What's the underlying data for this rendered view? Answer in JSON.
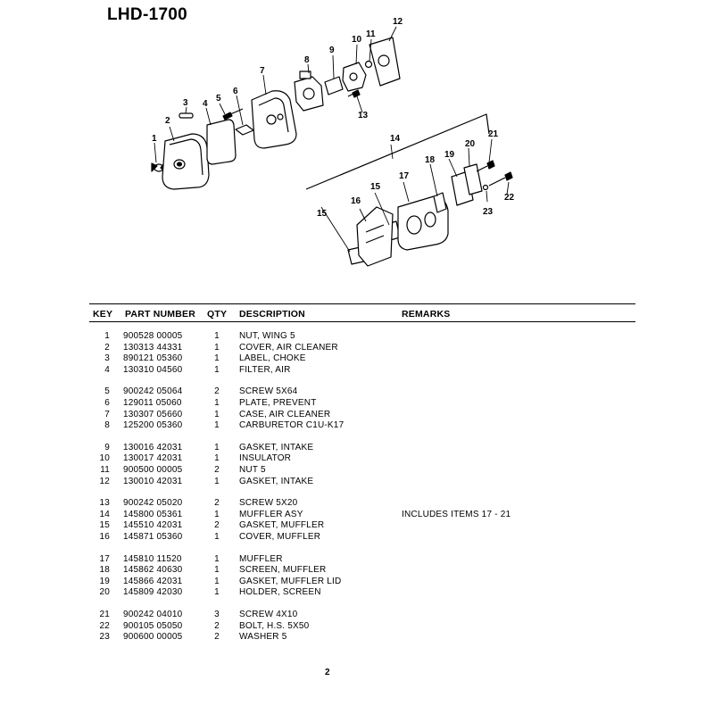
{
  "title": "LHD-1700",
  "diagram": {
    "callouts": [
      "1",
      "2",
      "3",
      "4",
      "5",
      "6",
      "7",
      "8",
      "9",
      "10",
      "11",
      "12",
      "13",
      "14",
      "15",
      "15",
      "16",
      "17",
      "18",
      "19",
      "20",
      "21",
      "22",
      "23"
    ]
  },
  "table": {
    "headers": {
      "key": "KEY",
      "part_number": "PART NUMBER",
      "qty": "QTY",
      "description": "DESCRIPTION",
      "remarks": "REMARKS"
    },
    "rows": [
      {
        "key": "1",
        "part_number": "900528 00005",
        "qty": "1",
        "description": "NUT, WING 5",
        "remarks": ""
      },
      {
        "key": "2",
        "part_number": "130313 44331",
        "qty": "1",
        "description": "COVER, AIR CLEANER",
        "remarks": ""
      },
      {
        "key": "3",
        "part_number": "890121 05360",
        "qty": "1",
        "description": "LABEL, CHOKE",
        "remarks": ""
      },
      {
        "key": "4",
        "part_number": "130310 04560",
        "qty": "1",
        "description": "FILTER, AIR",
        "remarks": ""
      },
      {
        "key": "5",
        "part_number": "900242 05064",
        "qty": "2",
        "description": "SCREW 5X64",
        "remarks": ""
      },
      {
        "key": "6",
        "part_number": "129011 05060",
        "qty": "1",
        "description": "PLATE, PREVENT",
        "remarks": ""
      },
      {
        "key": "7",
        "part_number": "130307 05660",
        "qty": "1",
        "description": "CASE, AIR CLEANER",
        "remarks": ""
      },
      {
        "key": "8",
        "part_number": "125200 05360",
        "qty": "1",
        "description": "CARBURETOR C1U-K17",
        "remarks": ""
      },
      {
        "key": "9",
        "part_number": "130016 42031",
        "qty": "1",
        "description": "GASKET, INTAKE",
        "remarks": ""
      },
      {
        "key": "10",
        "part_number": "130017 42031",
        "qty": "1",
        "description": "INSULATOR",
        "remarks": ""
      },
      {
        "key": "11",
        "part_number": "900500 00005",
        "qty": "2",
        "description": "NUT 5",
        "remarks": ""
      },
      {
        "key": "12",
        "part_number": "130010 42031",
        "qty": "1",
        "description": "GASKET, INTAKE",
        "remarks": ""
      },
      {
        "key": "13",
        "part_number": "900242 05020",
        "qty": "2",
        "description": "SCREW 5X20",
        "remarks": ""
      },
      {
        "key": "14",
        "part_number": "145800 05361",
        "qty": "1",
        "description": "MUFFLER ASY",
        "remarks": "INCLUDES ITEMS 17 - 21"
      },
      {
        "key": "15",
        "part_number": "145510 42031",
        "qty": "2",
        "description": "GASKET, MUFFLER",
        "remarks": ""
      },
      {
        "key": "16",
        "part_number": "145871 05360",
        "qty": "1",
        "description": "COVER, MUFFLER",
        "remarks": ""
      },
      {
        "key": "17",
        "part_number": "145810 11520",
        "qty": "1",
        "description": "MUFFLER",
        "remarks": ""
      },
      {
        "key": "18",
        "part_number": "145862 40630",
        "qty": "1",
        "description": "SCREEN, MUFFLER",
        "remarks": ""
      },
      {
        "key": "19",
        "part_number": "145866 42031",
        "qty": "1",
        "description": "GASKET, MUFFLER LID",
        "remarks": ""
      },
      {
        "key": "20",
        "part_number": "145809 42030",
        "qty": "1",
        "description": "HOLDER, SCREEN",
        "remarks": ""
      },
      {
        "key": "21",
        "part_number": "900242 04010",
        "qty": "3",
        "description": "SCREW 4X10",
        "remarks": ""
      },
      {
        "key": "22",
        "part_number": "900105 05050",
        "qty": "2",
        "description": "BOLT, H.S. 5X50",
        "remarks": ""
      },
      {
        "key": "23",
        "part_number": "900600 00005",
        "qty": "2",
        "description": "WASHER 5",
        "remarks": ""
      }
    ]
  },
  "page_number": "2"
}
